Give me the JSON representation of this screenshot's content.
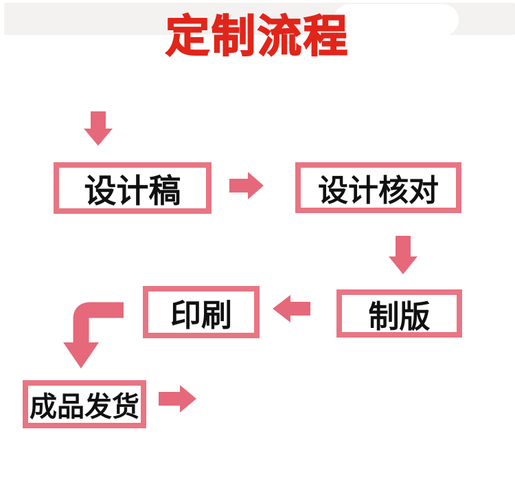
{
  "title": "定制流程",
  "colors": {
    "title_red": "#e1251a",
    "arrow_pink": "#e5697a",
    "box_border_pink": "#e87583",
    "box_fill": "#ffffff",
    "text_black": "#111111",
    "top_band_grey": "#f3f2f1"
  },
  "steps": [
    {
      "label": "设计稿"
    },
    {
      "label": "设计核对"
    },
    {
      "label": "制版"
    },
    {
      "label": "印刷"
    },
    {
      "label": "成品发货"
    }
  ],
  "connections": [
    {
      "from": "start",
      "to": "设计稿",
      "arrow": "down"
    },
    {
      "from": "设计稿",
      "to": "设计核对",
      "arrow": "right"
    },
    {
      "from": "设计核对",
      "to": "制版",
      "arrow": "down"
    },
    {
      "from": "制版",
      "to": "印刷",
      "arrow": "left"
    },
    {
      "from": "印刷",
      "to": "成品发货",
      "arrow": "elbow-down"
    },
    {
      "from": "成品发货",
      "to": "end",
      "arrow": "right"
    }
  ]
}
